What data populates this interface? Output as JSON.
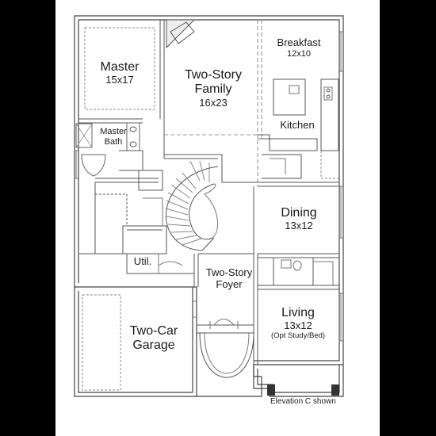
{
  "plan": {
    "rooms": {
      "master": {
        "name": "Master",
        "dims": "15x17"
      },
      "family": {
        "name": "Two-Story Family",
        "dims": "16x23"
      },
      "breakfast": {
        "name": "Breakfast",
        "dims": "12x10"
      },
      "kitchen": {
        "name": "Kitchen"
      },
      "master_bath": {
        "name": "Master Bath"
      },
      "dining": {
        "name": "Dining",
        "dims": "13x12"
      },
      "util": {
        "name": "Util."
      },
      "foyer": {
        "name": "Two-Story Foyer"
      },
      "living": {
        "name": "Living",
        "dims": "13x12",
        "note": "(Opt Study/Bed)"
      },
      "garage": {
        "name": "Two-Car Garage"
      }
    },
    "caption": "Elevation C shown"
  }
}
